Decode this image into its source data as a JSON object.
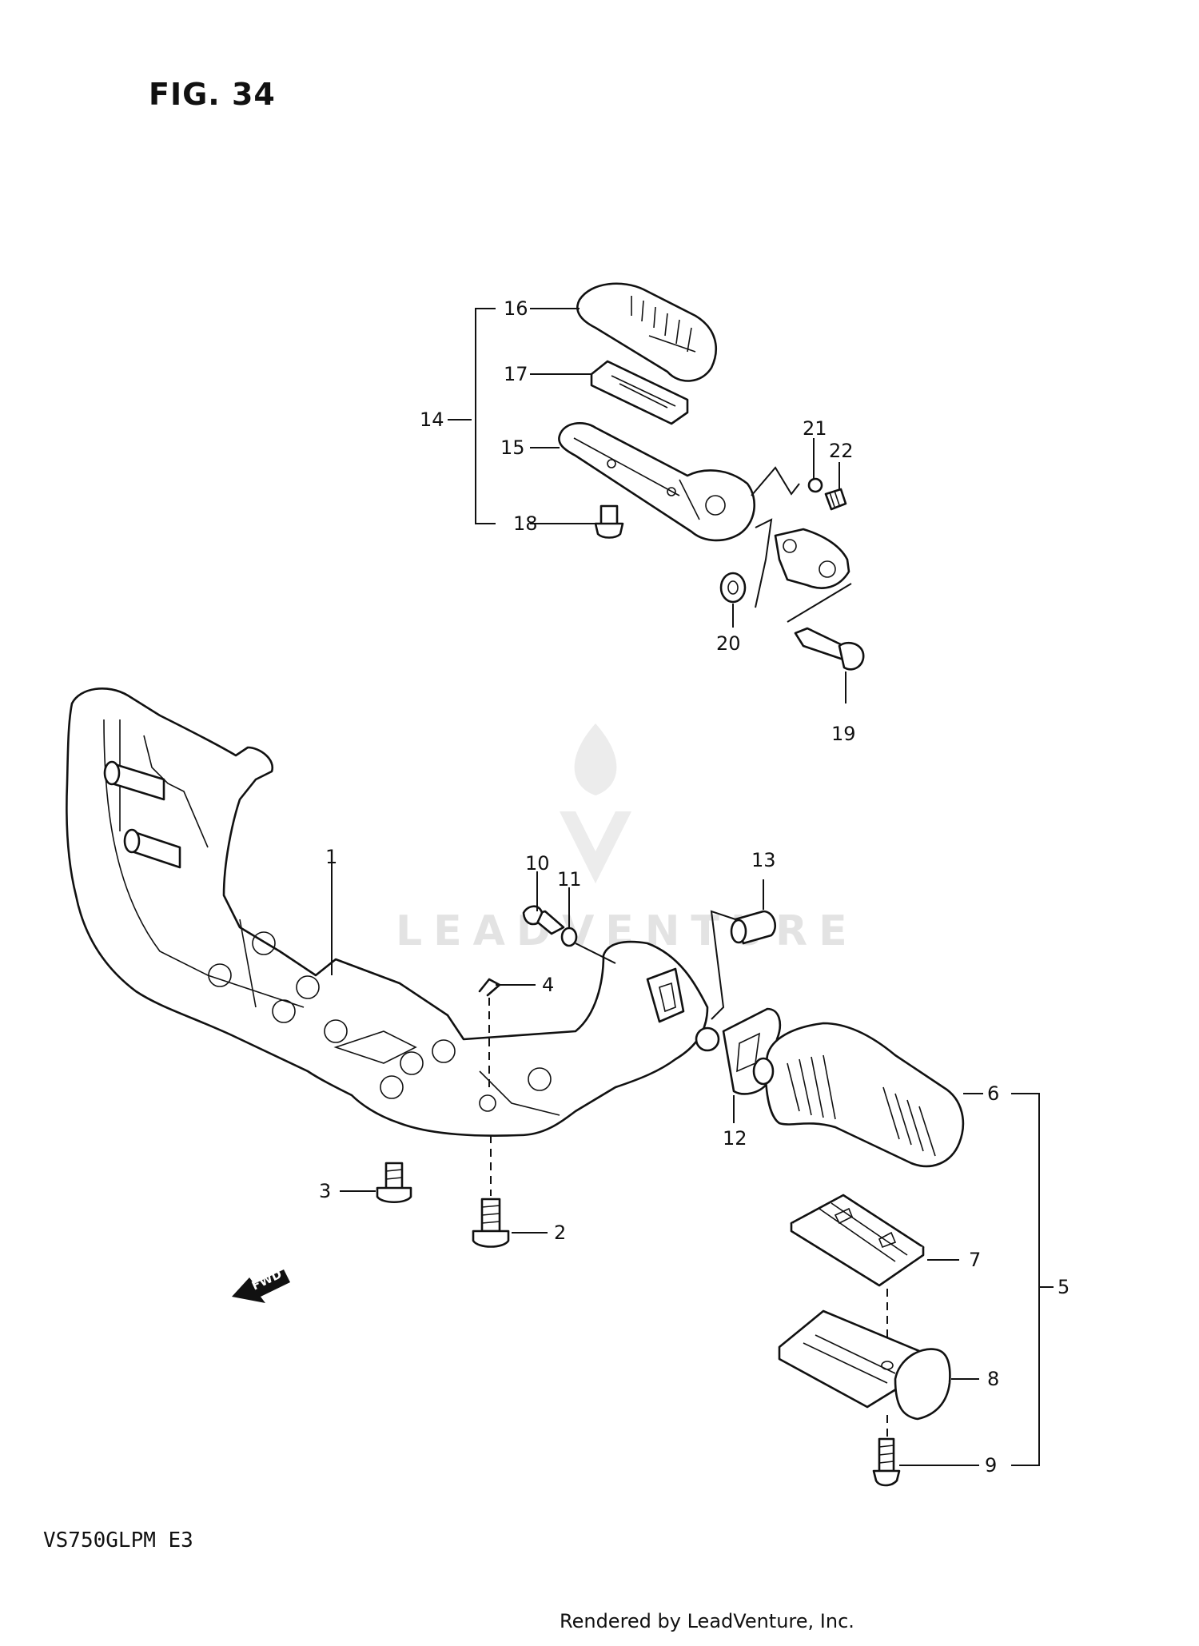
{
  "figure": {
    "title": "FIG. 34",
    "model_code": "VS750GLPM E3",
    "footer": "Rendered by LeadVenture, Inc.",
    "watermark": "LEADVENTURE",
    "fwd_label": "FWD"
  },
  "callouts": {
    "n1": "1",
    "n2": "2",
    "n3": "3",
    "n4": "4",
    "n5": "5",
    "n6": "6",
    "n7": "7",
    "n8": "8",
    "n9": "9",
    "n10": "10",
    "n11": "11",
    "n12": "12",
    "n13": "13",
    "n14": "14",
    "n15": "15",
    "n16": "16",
    "n17": "17",
    "n18": "18",
    "n19": "19",
    "n20": "20",
    "n21": "21",
    "n22": "22"
  }
}
